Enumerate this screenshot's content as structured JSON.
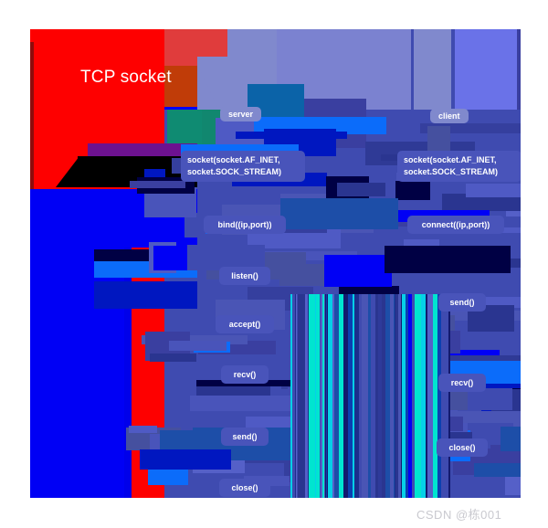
{
  "diagram": {
    "title": "TCP socket",
    "title_color": "#e03c3c",
    "columns": [
      {
        "id": "server",
        "label": "server",
        "steps": [
          "socket(socket.AF_INET,\nsocket.SOCK_STREAM)",
          "bind((ip,port))",
          "listen()",
          "accept()",
          "recv()",
          "send()",
          "close()"
        ]
      },
      {
        "id": "client",
        "label": "client",
        "steps": [
          "socket(socket.AF_INET,\nsocket.SOCK_STREAM)",
          "connect((ip,port))",
          "send()",
          "recv()",
          "close()"
        ]
      }
    ]
  },
  "watermark": "CSDN @栋001",
  "colors": {
    "background": "#ffffff",
    "canvas": "#3f4bb0",
    "title_banner": "#e03c3c",
    "red_block": "#fe0000",
    "node": "#4954ba",
    "pill": "#8089cd",
    "teal": "#11876f",
    "blue": "#0000f5",
    "black": "#000000",
    "purple": "#6d1290",
    "watermark_text": "#c9c9cf"
  }
}
